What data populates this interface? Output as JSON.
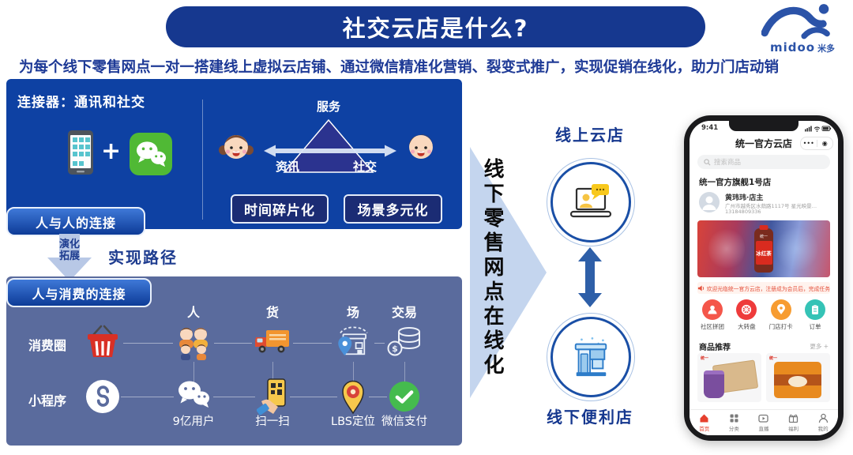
{
  "title": "社交云店是什么?",
  "logo": {
    "brand": "midoo",
    "brand_cn": "米多"
  },
  "subtitle": "为每个线下零售网点一对一搭建线上虚拟云店铺、通过微信精准化营销、裂变式推广，实现促销在线化，助力门店动销",
  "top_panel": {
    "connector_label": "连接器：通讯和社交",
    "plus": "+",
    "triangle": {
      "top": "服务",
      "left": "资讯",
      "right": "社交"
    },
    "chips": [
      "时间碎片化",
      "场景多元化"
    ],
    "tab": "人与人的连接"
  },
  "transition": {
    "evolve_line1": "演化",
    "evolve_line2": "拓展",
    "path_label": "实现路径"
  },
  "bottom_panel": {
    "tab": "人与消费的连接",
    "columns": [
      "人",
      "货",
      "场",
      "交易"
    ],
    "row1_label": "消费圈",
    "row2_label": "小程序",
    "captions": [
      "9亿用户",
      "扫一扫",
      "LBS定位",
      "微信支付"
    ]
  },
  "mid_arrow": {
    "text": "线下零售网点在线化"
  },
  "right_flow": {
    "top_label": "线上云店",
    "bottom_label": "线下便利店"
  },
  "phone": {
    "status_time": "9:41",
    "header_title": "统一官方云店",
    "capsule_menu": "•••",
    "capsule_home": "◉",
    "search_placeholder": "搜索商品",
    "store_section_title": "统一官方旗舰1号店",
    "owner": "黄玮玮·店主",
    "address": "广州市越秀区水荫路1117号 星光映景…",
    "phone_number": "13184809336",
    "banner_brand": "统一",
    "banner_product": "冰红茶",
    "notice": "欢迎光临统一官方云店，注册成为会员后，完成任务",
    "quick_actions": [
      {
        "label": "社区拼团",
        "color": "#F4564A"
      },
      {
        "label": "大转盘",
        "color": "#EE3B3B"
      },
      {
        "label": "门店打卡",
        "color": "#F79C31"
      },
      {
        "label": "订单",
        "color": "#35C3B6"
      }
    ],
    "recommend_title": "商品推荐",
    "more_label": "更多 +",
    "products": [
      {
        "brand": "统一"
      },
      {
        "brand": "统一"
      }
    ],
    "tabbar": [
      {
        "label": "首页"
      },
      {
        "label": "分类"
      },
      {
        "label": "直播"
      },
      {
        "label": "福利"
      },
      {
        "label": "我的"
      }
    ]
  },
  "colors": {
    "title_banner_bg": "#16388F",
    "panel_top_bg": "#0E41A3",
    "panel_bottom_bg": "#5A6B9D",
    "subtitle_text": "#1E3A96",
    "mid_arrow": "#C4D5EE",
    "circle_ring": "#1A4FA6",
    "active_tab": "#E6402E",
    "wechat_green": "#50B935"
  }
}
